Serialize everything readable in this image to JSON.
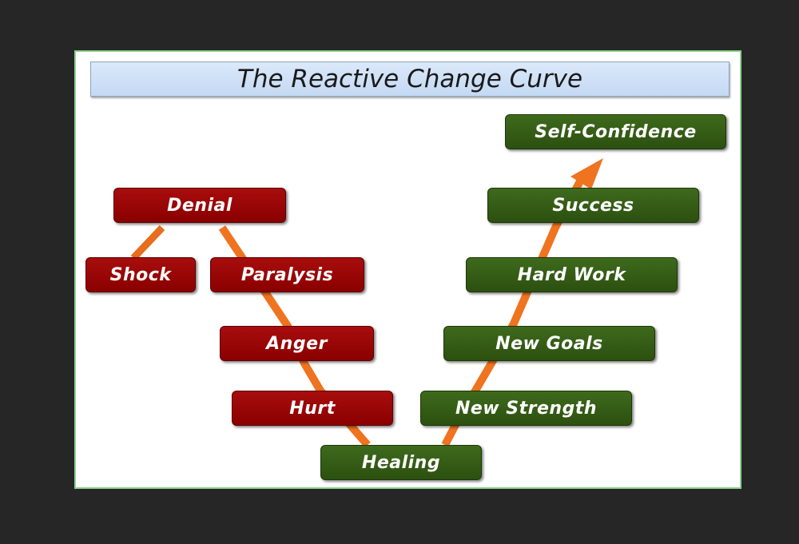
{
  "title": "The Reactive Change Curve",
  "colors": {
    "negative_box": "#8f0202",
    "positive_box": "#30561a",
    "arrow": "#f07320",
    "title_bar": "#cfe1f7"
  },
  "stages": {
    "denial": "Denial",
    "shock": "Shock",
    "paralysis": "Paralysis",
    "anger": "Anger",
    "hurt": "Hurt",
    "healing": "Healing",
    "new_strength": "New Strength",
    "new_goals": "New Goals",
    "hard_work": "Hard Work",
    "success": "Success",
    "self_confidence": "Self-Confidence"
  }
}
